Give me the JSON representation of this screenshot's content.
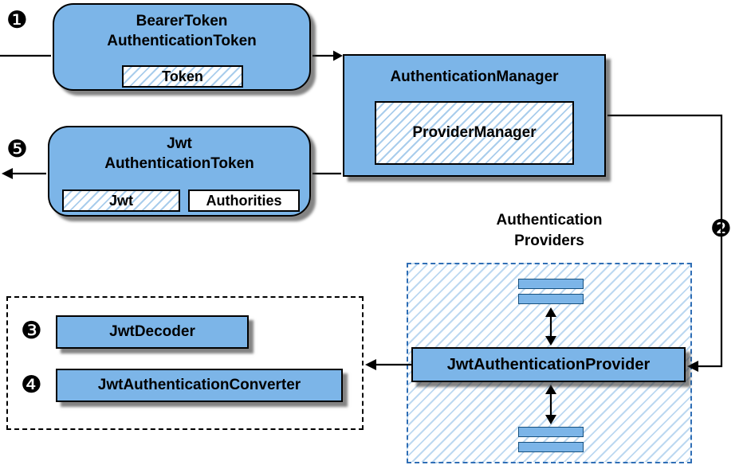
{
  "badges": {
    "b1": "❶",
    "b2": "❷",
    "b3": "❸",
    "b4": "❹",
    "b5": "❺"
  },
  "bearer": {
    "line1": "BearerToken",
    "line2": "AuthenticationToken",
    "token": "Token"
  },
  "manager": {
    "title": "AuthenticationManager",
    "inner": "ProviderManager"
  },
  "jwt": {
    "line1": "Jwt",
    "line2": "AuthenticationToken",
    "inner_jwt": "Jwt",
    "inner_authorities": "Authorities"
  },
  "providers": {
    "label1": "Authentication",
    "label2": "Providers",
    "box": "JwtAuthenticationProvider"
  },
  "converters": {
    "decoder": "JwtDecoder",
    "converter": "JwtAuthenticationConverter"
  },
  "colors": {
    "box_fill": "#7cb5e8",
    "hatch_stripe": "#a9cdec",
    "border": "#000000",
    "providers_dash": "#2f6eb5",
    "left_container_dash": "#000000",
    "shadow": "#555555"
  }
}
